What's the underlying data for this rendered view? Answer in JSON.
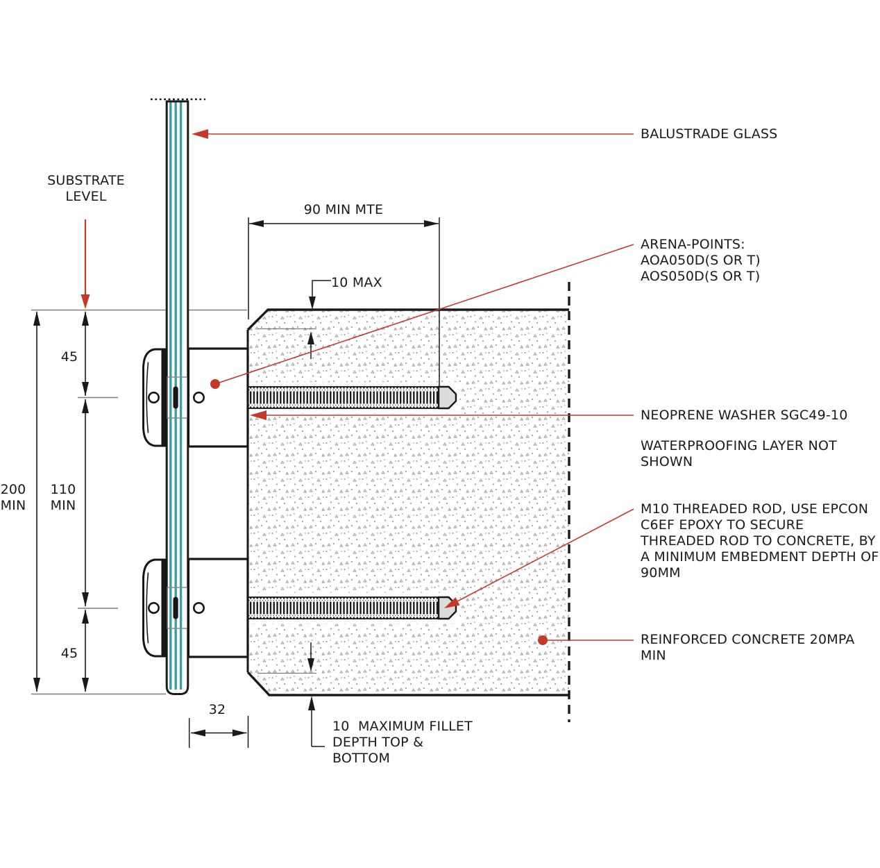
{
  "colors": {
    "leader_red": "#c33a2a",
    "glass_teal": "#3d9fa4",
    "drawing_black": "#1a1a1a",
    "line_gray": "#7d7d7d",
    "concrete_stipple": "#8e8e8e",
    "rod_tip_gray": "#dcdcdc",
    "background": "#ffffff"
  },
  "labels": {
    "balustrade_glass": "BALUSTRADE GLASS",
    "substrate_level": "SUBSTRATE\nLEVEL",
    "arena_points": "ARENA-POINTS:\nAOA050D(S OR T)\nAOS050D(S OR T)",
    "neoprene_washer": "NEOPRENE WASHER SGC49-10",
    "waterproofing_note": "WATERPROOFING LAYER NOT\nSHOWN",
    "m10_threaded_rod": "M10 THREADED ROD, USE EPCON\nC6EF EPOXY TO SECURE\nTHREADED ROD TO CONCRETE, BY\nA MINIMUM EMBEDMENT DEPTH OF\n90MM",
    "reinforced_concrete": "REINFORCED CONCRETE 20MPA\nMIN",
    "fillet_note": "10  MAXIMUM FILLET\nDEPTH TOP &\nBOTTOM"
  },
  "dimensions": {
    "embedment": "90 MIN MTE",
    "fillet_top": "10 MAX",
    "overall_height": "200\nMIN",
    "top_edge_distance": "45",
    "between_fixings": "110\nMIN",
    "bottom_edge_distance": "45",
    "face_offset": "32"
  }
}
